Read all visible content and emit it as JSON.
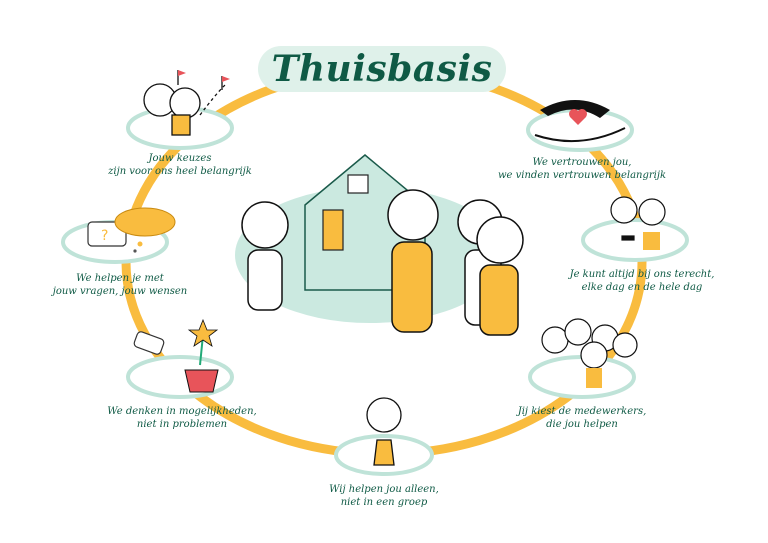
{
  "title": "Thuisbasis",
  "colors": {
    "text": "#0f5a45",
    "ring": "#f9bc3f",
    "platform": "#bfe3d8",
    "title_bg": "#dff1ea"
  },
  "items": [
    {
      "line1": "Jouw keuzes",
      "line2": "zijn voor ons heel belangrijk",
      "icon": "choice-path-icon"
    },
    {
      "line1": "We vertrouwen jou,",
      "line2": "we vinden vertrouwen belangrijk",
      "icon": "heart-hands-icon"
    },
    {
      "line1": "We helpen je met",
      "line2": "jouw vragen, jouw wensen",
      "icon": "thought-bubble-icon"
    },
    {
      "line1": "Je kunt altijd bij ons terecht,",
      "line2": "elke dag en de hele dag",
      "icon": "handshake-icon"
    },
    {
      "line1": "We denken in mogelijkheden,",
      "line2": "niet in problemen",
      "icon": "watering-plant-icon"
    },
    {
      "line1": "Jij kiest de medewerkers,",
      "line2": "die jou helpen",
      "icon": "group-icon"
    },
    {
      "line1": "Wij helpen jou alleen,",
      "line2": "niet in een groep",
      "icon": "single-person-icon"
    }
  ]
}
